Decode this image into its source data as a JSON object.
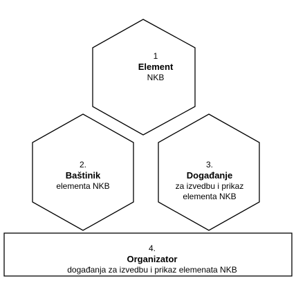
{
  "nodes": [
    {
      "id": "1",
      "number": "1",
      "title": "Element",
      "lines": [
        "NKB"
      ]
    },
    {
      "id": "2",
      "number": "2.",
      "title": "Baštinik",
      "lines": [
        "elementa NKB"
      ]
    },
    {
      "id": "3",
      "number": "3.",
      "title": "Događanje",
      "lines": [
        "za izvedbu i prikaz",
        "elementa NKB"
      ]
    },
    {
      "id": "4",
      "number": "4.",
      "title": "Organizator",
      "lines": [
        "događanja za izvedbu i prikaz elemenata NKB"
      ]
    }
  ],
  "colors": {
    "stroke": "#000000",
    "fill": "#ffffff",
    "text": "#000000"
  }
}
